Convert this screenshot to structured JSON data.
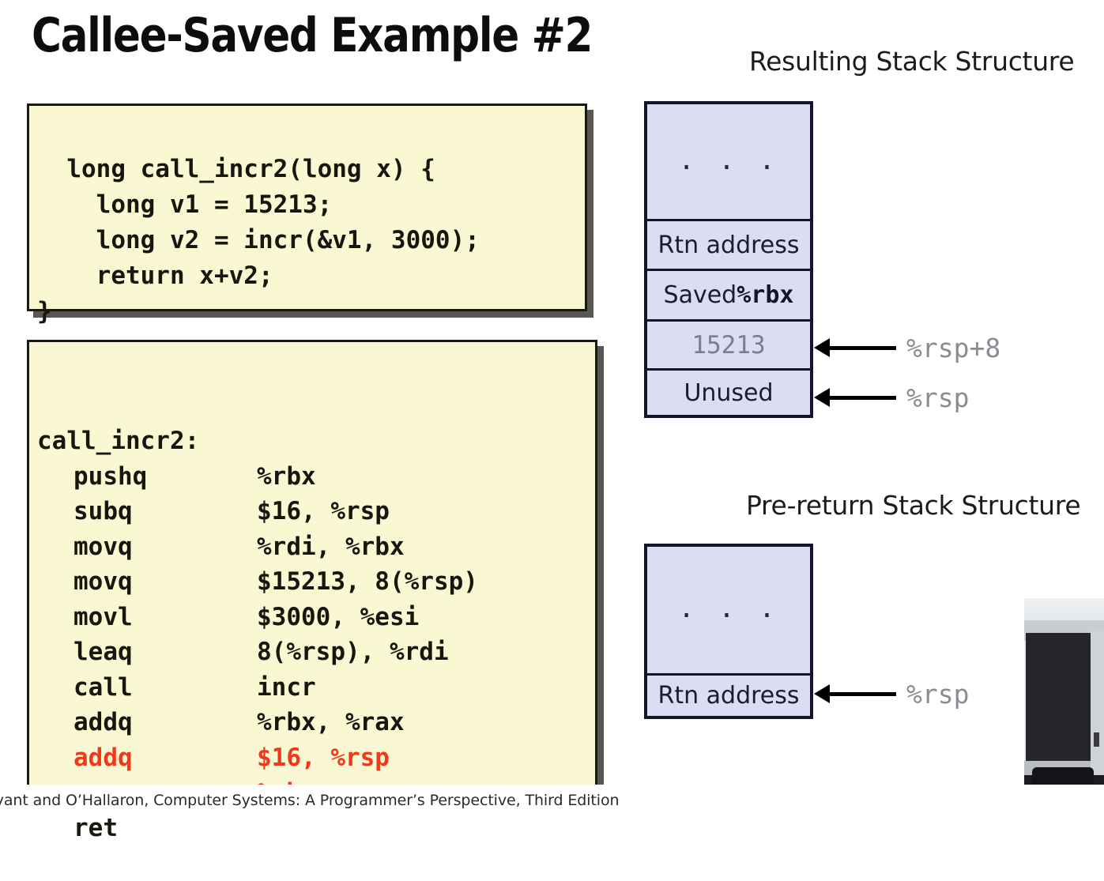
{
  "slide": {
    "title": "Callee-Saved Example #2"
  },
  "c_code": {
    "lines": [
      "long call_incr2(long x) {",
      "    long v1 = 15213;",
      "    long v2 = incr(&v1, 3000);",
      "    return x+v2;",
      "}"
    ]
  },
  "asm_code": {
    "label": "call_incr2:",
    "instructions": [
      {
        "mnemonic": "pushq",
        "operands": "%rbx",
        "color": "black"
      },
      {
        "mnemonic": "subq",
        "operands": "$16, %rsp",
        "color": "black"
      },
      {
        "mnemonic": "movq",
        "operands": "%rdi, %rbx",
        "color": "black"
      },
      {
        "mnemonic": "movq",
        "operands": "$15213, 8(%rsp)",
        "color": "black"
      },
      {
        "mnemonic": "movl",
        "operands": "$3000, %esi",
        "color": "black"
      },
      {
        "mnemonic": "leaq",
        "operands": "8(%rsp), %rdi",
        "color": "black"
      },
      {
        "mnemonic": "call",
        "operands": "incr",
        "color": "black"
      },
      {
        "mnemonic": "addq",
        "operands": "%rbx, %rax",
        "color": "black"
      },
      {
        "mnemonic": "addq",
        "operands": "$16, %rsp",
        "color": "red"
      },
      {
        "mnemonic": "popq",
        "operands": "%rbx",
        "color": "red"
      },
      {
        "mnemonic": "ret",
        "operands": "",
        "color": "black"
      }
    ],
    "highlight_color": "#f0391b"
  },
  "resulting_stack": {
    "heading": "Resulting Stack Structure",
    "cells": [
      {
        "text": ". . ."
      },
      {
        "text": "Rtn address"
      },
      {
        "text_plain": "Saved ",
        "text_mono": "%rbx"
      },
      {
        "text": "15213"
      },
      {
        "text": "Unused"
      }
    ],
    "pointers": [
      {
        "label": "%rsp+8"
      },
      {
        "label": "%rsp"
      }
    ]
  },
  "prereturn_stack": {
    "heading": "Pre-return Stack Structure",
    "cells": [
      {
        "text": ". . ."
      },
      {
        "text": "Rtn address"
      }
    ],
    "pointers": [
      {
        "label": "%rsp"
      }
    ]
  },
  "footer": {
    "text": "ryant and O’Hallaron, Computer Systems: A Programmer’s Perspective, Third Edition"
  },
  "colors": {
    "code_box_fill": "#faf8d2",
    "code_box_border": "#1a1a14",
    "stack_cell_fill": "#dcdcf3",
    "stack_border": "#14142a",
    "pointer_label": "#8b8b93",
    "highlight_red": "#f0391b"
  }
}
